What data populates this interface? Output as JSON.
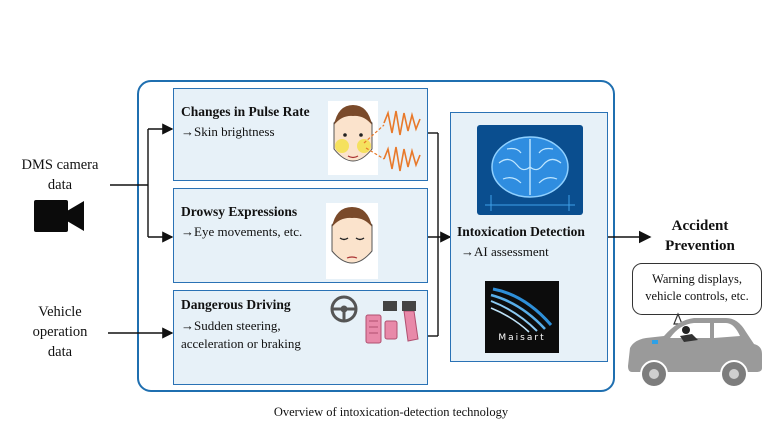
{
  "inputs": {
    "dms": [
      "DMS camera",
      "data"
    ],
    "vehicle": [
      "Vehicle",
      "operation",
      "data"
    ]
  },
  "boxes": {
    "pulse": {
      "title": "Changes in Pulse Rate",
      "sub": "→Skin brightness"
    },
    "drowsy": {
      "title": "Drowsy Expressions",
      "sub": "→Eye movements, etc."
    },
    "driving": {
      "title": "Dangerous Driving",
      "sub1": "→Sudden steering,",
      "sub2": "acceleration or braking"
    }
  },
  "detection": {
    "title": "Intoxication Detection",
    "sub": "→AI assessment",
    "logo_text": "Maisart"
  },
  "output": {
    "title1": "Accident",
    "title2": "Prevention"
  },
  "bubble": {
    "line1": "Warning displays,",
    "line2": "vehicle controls, etc."
  },
  "caption": "Overview of intoxication-detection technology",
  "colors": {
    "frame_blue": "#1f6fb0",
    "box_fill": "#e7f1f8",
    "pulse_orange": "#e8792a",
    "cheek_yellow": "#f3e04a",
    "pedal_pink": "#e889a9"
  }
}
